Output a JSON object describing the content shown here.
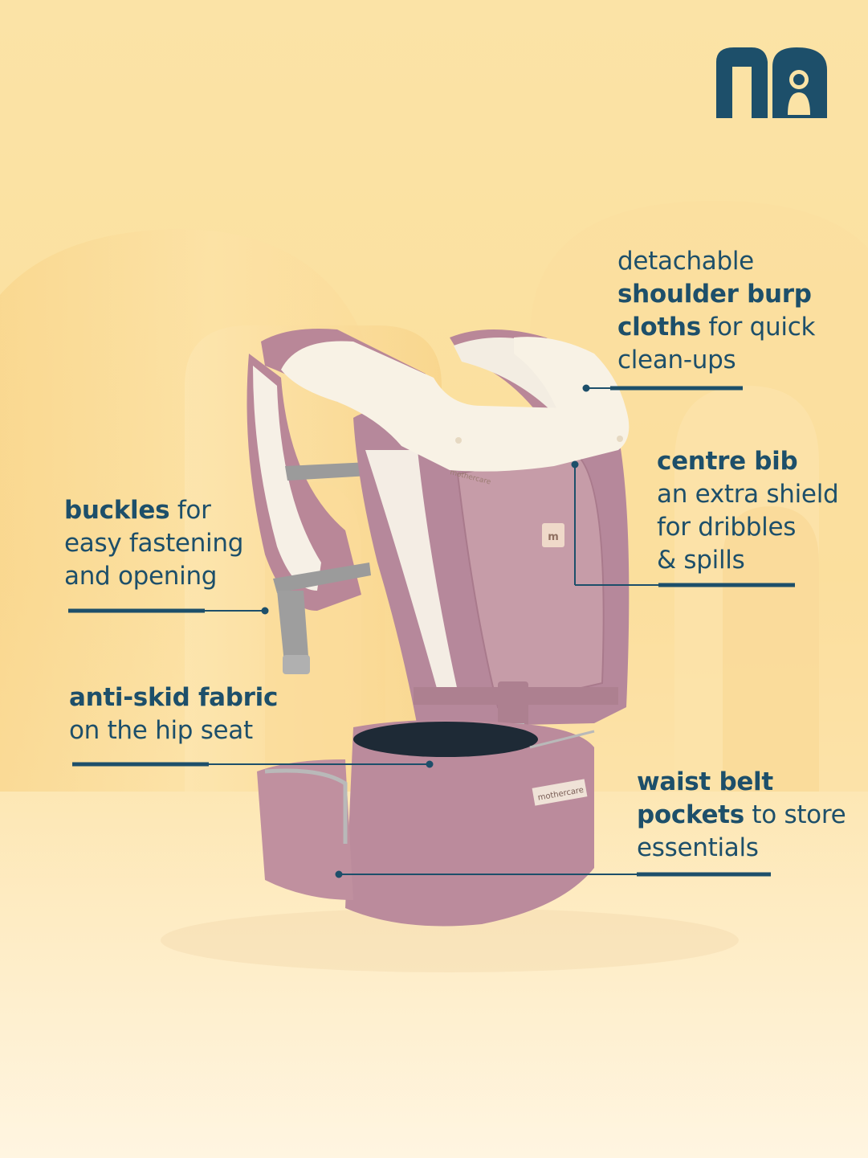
{
  "brand": {
    "logo_icon": "mothercare-logo-icon",
    "color": "#1d4f6a",
    "label_text_front": "mothercare",
    "label_text_hip": "mothercare"
  },
  "callouts": {
    "burp": {
      "l1": "detachable",
      "l2_bold": "shoulder burp",
      "l3_bold": "cloths",
      "l3_rest": " for quick",
      "l4": "clean-ups"
    },
    "bib": {
      "l1_bold": "centre bib",
      "l2": "an extra shield",
      "l3": "for dribbles",
      "l4": "& spills"
    },
    "buckles": {
      "l1_bold": "buckles",
      "l1_rest": " for",
      "l2": "easy fastening",
      "l3": "and opening"
    },
    "skid": {
      "l1_bold": "anti-skid fabric",
      "l2": "on the hip seat"
    },
    "belt": {
      "l1_bold": "waist belt",
      "l2_bold": "pockets",
      "l2_rest": " to store",
      "l3": "essentials"
    }
  },
  "colors": {
    "background": "#fbe1a2",
    "carrier": "#b98a9c",
    "padding": "#f7f1e4"
  }
}
